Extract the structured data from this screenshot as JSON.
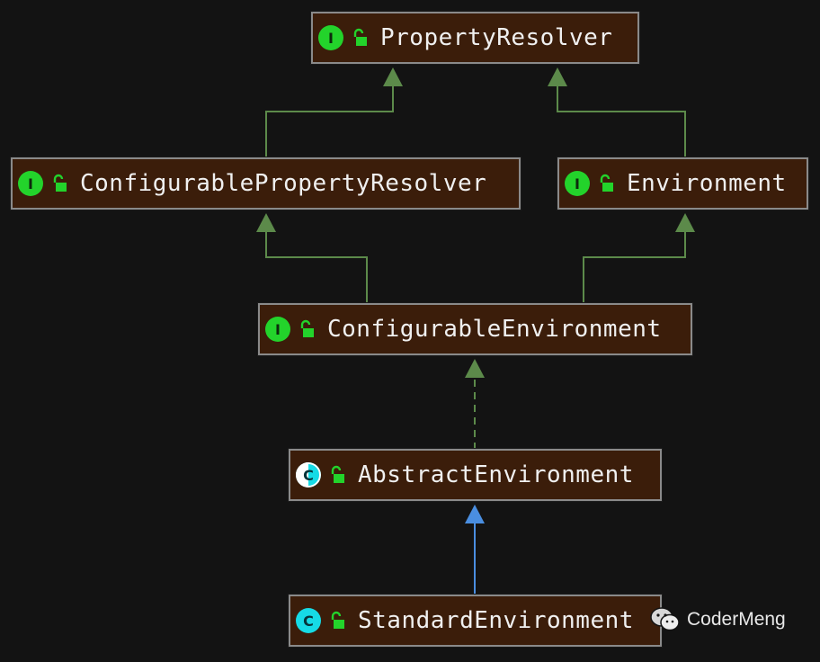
{
  "diagram": {
    "nodes": [
      {
        "id": "property-resolver",
        "name": "PropertyResolver",
        "kind": "interface",
        "kind_letter": "I"
      },
      {
        "id": "configurable-property-resolver",
        "name": "ConfigurablePropertyResolver",
        "kind": "interface",
        "kind_letter": "I"
      },
      {
        "id": "environment",
        "name": "Environment",
        "kind": "interface",
        "kind_letter": "I"
      },
      {
        "id": "configurable-environment",
        "name": "ConfigurableEnvironment",
        "kind": "interface",
        "kind_letter": "I"
      },
      {
        "id": "abstract-environment",
        "name": "AbstractEnvironment",
        "kind": "abstract-class",
        "kind_letter": "C"
      },
      {
        "id": "standard-environment",
        "name": "StandardEnvironment",
        "kind": "class",
        "kind_letter": "C"
      }
    ],
    "edges": [
      {
        "from": "configurable-property-resolver",
        "to": "property-resolver",
        "type": "extends",
        "color": "#5c8a4a"
      },
      {
        "from": "environment",
        "to": "property-resolver",
        "type": "extends",
        "color": "#5c8a4a"
      },
      {
        "from": "configurable-environment",
        "to": "configurable-property-resolver",
        "type": "extends",
        "color": "#5c8a4a"
      },
      {
        "from": "configurable-environment",
        "to": "environment",
        "type": "extends",
        "color": "#5c8a4a"
      },
      {
        "from": "abstract-environment",
        "to": "configurable-environment",
        "type": "implements",
        "color": "#5c8a4a"
      },
      {
        "from": "standard-environment",
        "to": "abstract-environment",
        "type": "extends",
        "color": "#4a8ee0"
      }
    ],
    "colors": {
      "background": "#131313",
      "node_fill": "#3b1d0a",
      "node_border": "#8a8a8a",
      "interface_badge": "#23d32b",
      "class_badge": "#16dbe6"
    }
  },
  "watermark": {
    "text": "CoderMeng",
    "icon": "wechat-icon"
  }
}
